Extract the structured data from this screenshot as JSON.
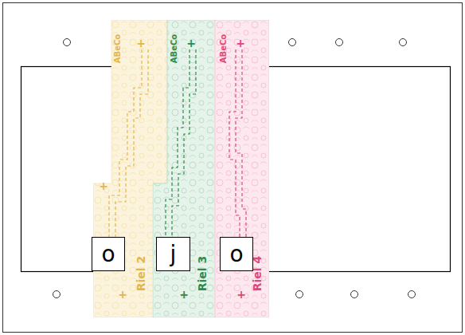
{
  "diagram": {
    "nodes": [
      {
        "text": [
          "ABeCo",
          "Riel 2"
        ]
      },
      {
        "text": [
          "ABeCo",
          "Riel 3"
        ]
      },
      {
        "text": [
          "ABeCo",
          "Riel 4"
        ]
      },
      {
        "text": [
          "o"
        ]
      },
      {
        "text": [
          "j"
        ]
      },
      {
        "text": [
          "o"
        ]
      }
    ],
    "labels": [
      "+",
      "+",
      "+",
      "+",
      "+",
      "+",
      "+"
    ]
  }
}
